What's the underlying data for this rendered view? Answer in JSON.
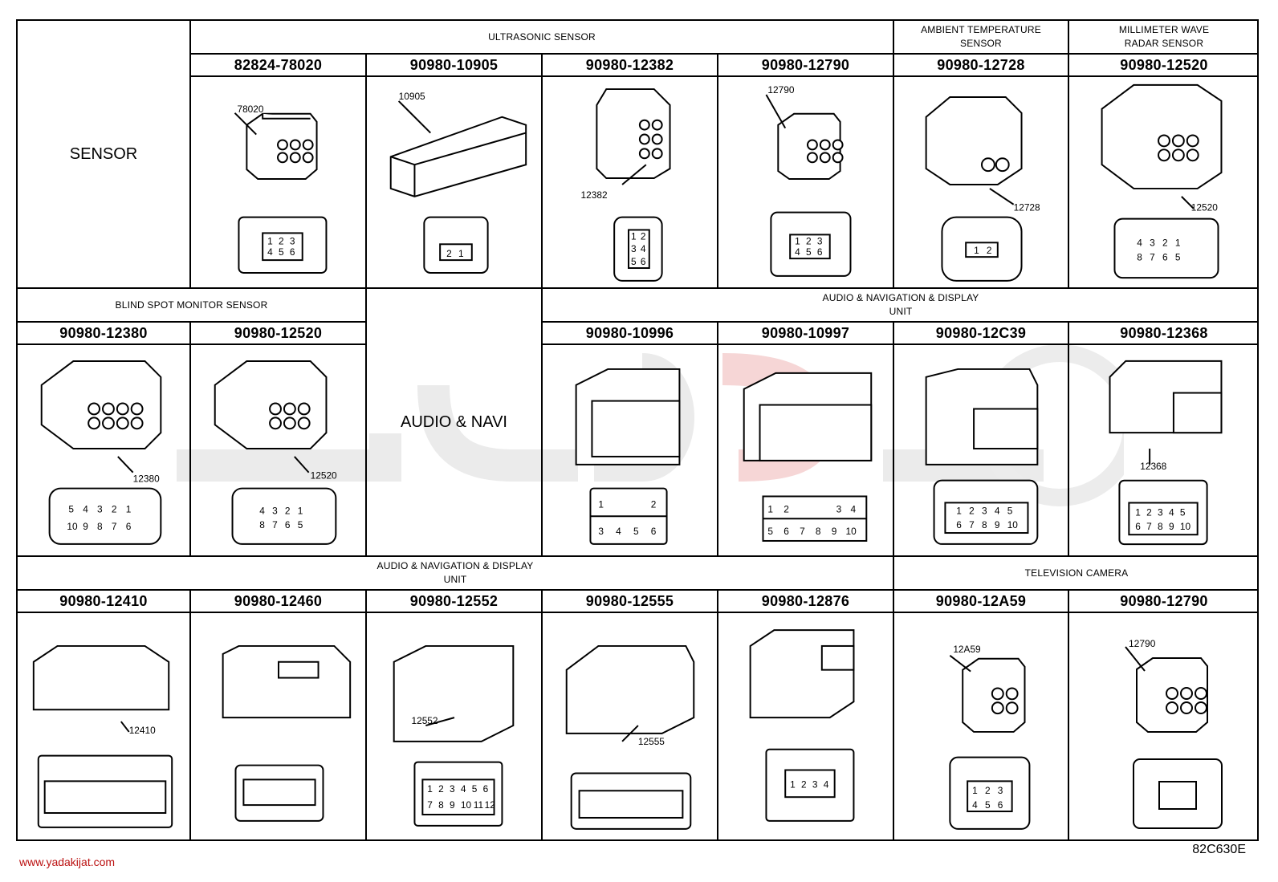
{
  "sections": {
    "sensor_title": "SENSOR",
    "ultrasonic": "ULTRASONIC SENSOR",
    "ambient": "AMBIENT TEMPERATURE\nSENSOR",
    "millimeter": "MILLIMETER WAVE\nRADAR SENSOR",
    "blind_spot": "BLIND SPOT MONITOR SENSOR",
    "audio_navi": "AUDIO & NAVI",
    "audio_nav_display_1": "AUDIO & NAVIGATION & DISPLAY\nUNIT",
    "audio_nav_display_2": "AUDIO & NAVIGATION & DISPLAY\nUNIT",
    "television": "TELEVISION CAMERA"
  },
  "row1": [
    {
      "part": "82824-78020",
      "tag": "78020",
      "pins": [
        "1",
        "2",
        "3",
        "4",
        "5",
        "6"
      ]
    },
    {
      "part": "90980-10905",
      "tag": "10905",
      "pins": [
        "2",
        "1"
      ]
    },
    {
      "part": "90980-12382",
      "tag": "12382",
      "pins": [
        "1",
        "2",
        "3",
        "4",
        "5",
        "6"
      ]
    },
    {
      "part": "90980-12790",
      "tag": "12790",
      "pins": [
        "1",
        "2",
        "3",
        "4",
        "5",
        "6"
      ]
    },
    {
      "part": "90980-12728",
      "tag": "12728",
      "pins": [
        "1",
        "2"
      ]
    },
    {
      "part": "90980-12520",
      "tag": "12520",
      "pins": [
        "4",
        "3",
        "2",
        "1",
        "8",
        "7",
        "6",
        "5"
      ]
    }
  ],
  "row2": [
    {
      "part": "90980-12380",
      "tag": "12380",
      "pins": [
        "5",
        "4",
        "3",
        "2",
        "1",
        "10",
        "9",
        "8",
        "7",
        "6"
      ]
    },
    {
      "part": "90980-12520",
      "tag": "12520",
      "pins": [
        "4",
        "3",
        "2",
        "1",
        "8",
        "7",
        "6",
        "5"
      ]
    },
    {
      "part": "90980-10996",
      "tag": "",
      "pins": [
        "1",
        "2",
        "3",
        "4",
        "5",
        "6"
      ]
    },
    {
      "part": "90980-10997",
      "tag": "",
      "pins": [
        "1",
        "2",
        "3",
        "4",
        "5",
        "6",
        "7",
        "8",
        "9",
        "10"
      ]
    },
    {
      "part": "90980-12C39",
      "tag": "",
      "pins": [
        "1",
        "2",
        "3",
        "4",
        "5",
        "6",
        "7",
        "8",
        "9",
        "10"
      ]
    },
    {
      "part": "90980-12368",
      "tag": "12368",
      "pins": [
        "1",
        "2",
        "3",
        "4",
        "5",
        "6",
        "7",
        "8",
        "9",
        "10"
      ]
    }
  ],
  "row3": [
    {
      "part": "90980-12410",
      "tag": "12410"
    },
    {
      "part": "90980-12460",
      "tag": ""
    },
    {
      "part": "90980-12552",
      "tag": "12552",
      "pins": [
        "1",
        "2",
        "3",
        "4",
        "5",
        "6",
        "7",
        "8",
        "9",
        "10",
        "11",
        "12"
      ]
    },
    {
      "part": "90980-12555",
      "tag": "12555"
    },
    {
      "part": "90980-12876",
      "tag": "",
      "pins": [
        "1",
        "2",
        "3",
        "4"
      ]
    },
    {
      "part": "90980-12A59",
      "tag": "12A59",
      "pins": [
        "1",
        "2",
        "3",
        "4",
        "5",
        "6"
      ]
    },
    {
      "part": "90980-12790",
      "tag": "12790"
    }
  ],
  "footer": {
    "code": "82C630E",
    "site": "www.yadakijat.com"
  },
  "colors": {
    "line": "#000000",
    "watermark": "#e8e8e8",
    "watermark_red": "#f6d0d0",
    "site_text": "#bb1111"
  }
}
